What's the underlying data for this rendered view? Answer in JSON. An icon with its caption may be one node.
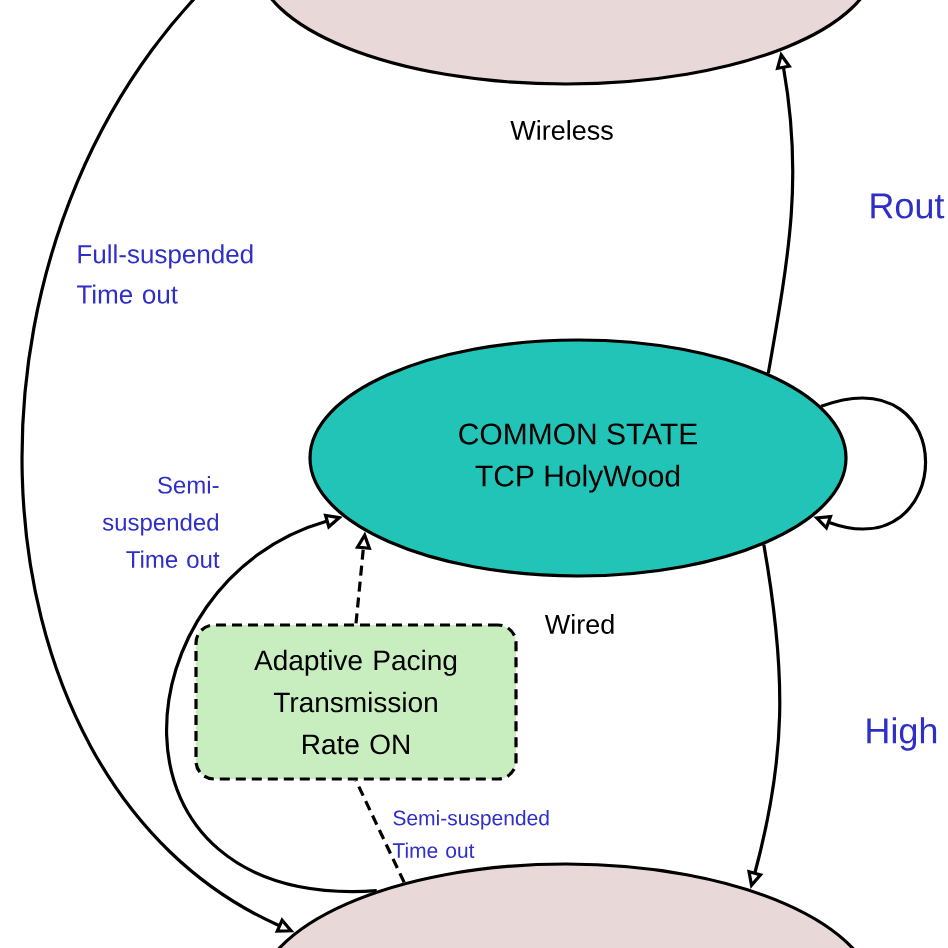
{
  "diagram": {
    "nodes": [
      {
        "text": [],
        "shape": "ellipse"
      },
      {
        "text": [
          "COMMON STATE",
          "TCP HolyWood"
        ]
      },
      {
        "text": [
          "Adaptive Pacing Transmission Rate ON"
        ]
      },
      {
        "text": [],
        "shape": "ellipse"
      }
    ],
    "edges": [
      {
        "from": 0,
        "to": 3,
        "arrow": "to",
        "label": "Full-suspended Time out"
      },
      {
        "from": 1,
        "to": 0,
        "arrow": "to",
        "label": "Rout"
      },
      {
        "from": 1,
        "to": 1,
        "arrow": "to"
      },
      {
        "from": 1,
        "to": 3,
        "arrow": "to",
        "label": "High"
      },
      {
        "from": 3,
        "to": 1,
        "arrow": "to",
        "label": "Semi-suspended Time out"
      },
      {
        "from": 3,
        "to": 2,
        "arrow": "none",
        "style": "dashed",
        "label": "Semi-suspended Time out"
      },
      {
        "from": 2,
        "to": 1,
        "arrow": "to",
        "style": "dashed"
      }
    ],
    "labels": [
      "Wireless",
      "Wired"
    ]
  }
}
